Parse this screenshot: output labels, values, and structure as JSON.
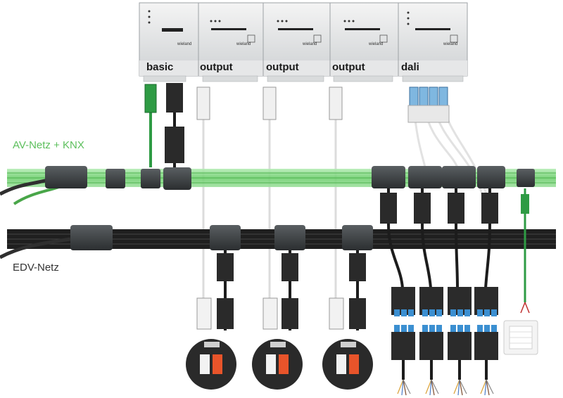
{
  "labels": {
    "av_net": "AV-Netz + KNX",
    "edv_net": "EDV-Netz"
  },
  "modules": [
    {
      "name": "basic",
      "brand": "wieland"
    },
    {
      "name": "output",
      "brand": "wieland"
    },
    {
      "name": "output",
      "brand": "wieland"
    },
    {
      "name": "output",
      "brand": "wieland"
    },
    {
      "name": "dali",
      "brand": "wieland"
    }
  ],
  "colors": {
    "av_rail": "#7fd67f",
    "edv_rail": "#1f1f1f",
    "outlet_orange": "#e8542a",
    "outlet_body": "#2a2a2a",
    "connector_blue": "#3b8fd1"
  },
  "icons": {
    "wall_switch": "switch-icon",
    "outlet": "floor-outlet-icon"
  }
}
